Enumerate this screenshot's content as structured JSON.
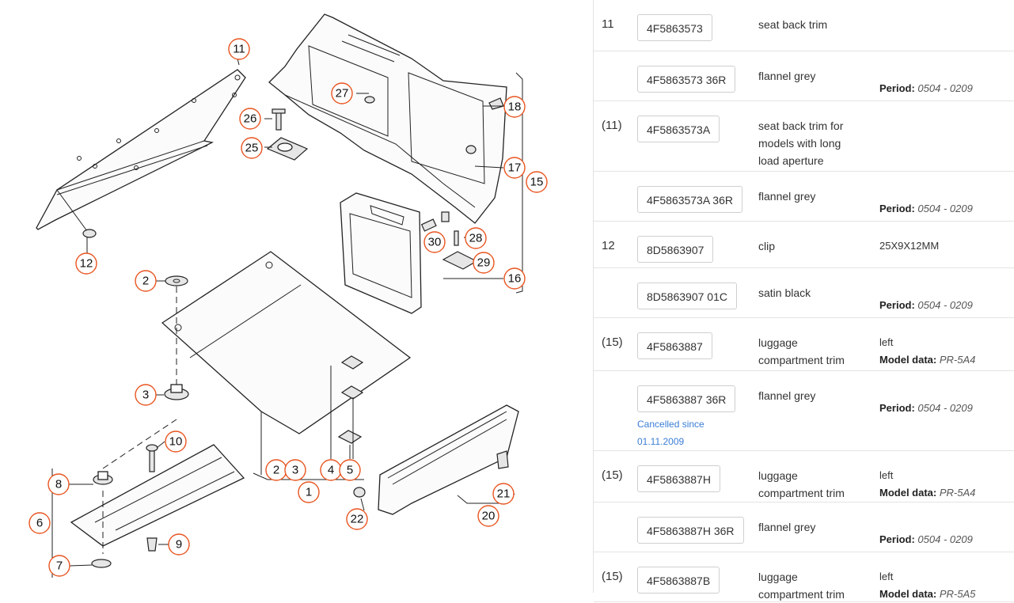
{
  "diagram": {
    "callouts": [
      "11",
      "12",
      "26",
      "25",
      "27",
      "18",
      "17",
      "15",
      "16",
      "28",
      "29",
      "30",
      "2",
      "3",
      "10",
      "8",
      "6",
      "7",
      "9",
      "2",
      "3",
      "1",
      "4",
      "5",
      "22",
      "20",
      "21"
    ]
  },
  "parts": [
    {
      "num": "11",
      "code": "4F5863573",
      "desc": "seat back trim",
      "extra_label": "",
      "extra_value": "",
      "plain": "",
      "note": ""
    },
    {
      "num": "",
      "code": "4F5863573 36R",
      "desc": "flannel grey",
      "extra_label": "Period:",
      "extra_value": "0504 - 0209",
      "plain": "",
      "note": ""
    },
    {
      "num": "(11)",
      "code": "4F5863573A",
      "desc": "seat back trim for models with long load aperture",
      "extra_label": "",
      "extra_value": "",
      "plain": "",
      "note": ""
    },
    {
      "num": "",
      "code": "4F5863573A 36R",
      "desc": "flannel grey",
      "extra_label": "Period:",
      "extra_value": "0504 - 0209",
      "plain": "",
      "note": ""
    },
    {
      "num": "12",
      "code": "8D5863907",
      "desc": "clip",
      "extra_label": "",
      "extra_value": "",
      "plain": "25X9X12MM",
      "note": ""
    },
    {
      "num": "",
      "code": "8D5863907 01C",
      "desc": "satin black",
      "extra_label": "Period:",
      "extra_value": "0504 - 0209",
      "plain": "",
      "note": ""
    },
    {
      "num": "(15)",
      "code": "4F5863887",
      "desc": "luggage compartment trim",
      "extra_label": "Model data:",
      "extra_value": "PR-5A4",
      "plain": "left",
      "note": ""
    },
    {
      "num": "",
      "code": "4F5863887 36R",
      "desc": "flannel grey",
      "extra_label": "Period:",
      "extra_value": "0504 - 0209",
      "plain": "",
      "note": "Cancelled since 01.11.2009"
    },
    {
      "num": "(15)",
      "code": "4F5863887H",
      "desc": "luggage compartment trim",
      "extra_label": "Model data:",
      "extra_value": "PR-5A4",
      "plain": "left",
      "note": ""
    },
    {
      "num": "",
      "code": "4F5863887H 36R",
      "desc": "flannel grey",
      "extra_label": "Period:",
      "extra_value": "0504 - 0209",
      "plain": "",
      "note": ""
    },
    {
      "num": "(15)",
      "code": "4F5863887B",
      "desc": "luggage compartment trim",
      "extra_label": "Model data:",
      "extra_value": "PR-5A5",
      "plain": "left",
      "note": ""
    }
  ]
}
